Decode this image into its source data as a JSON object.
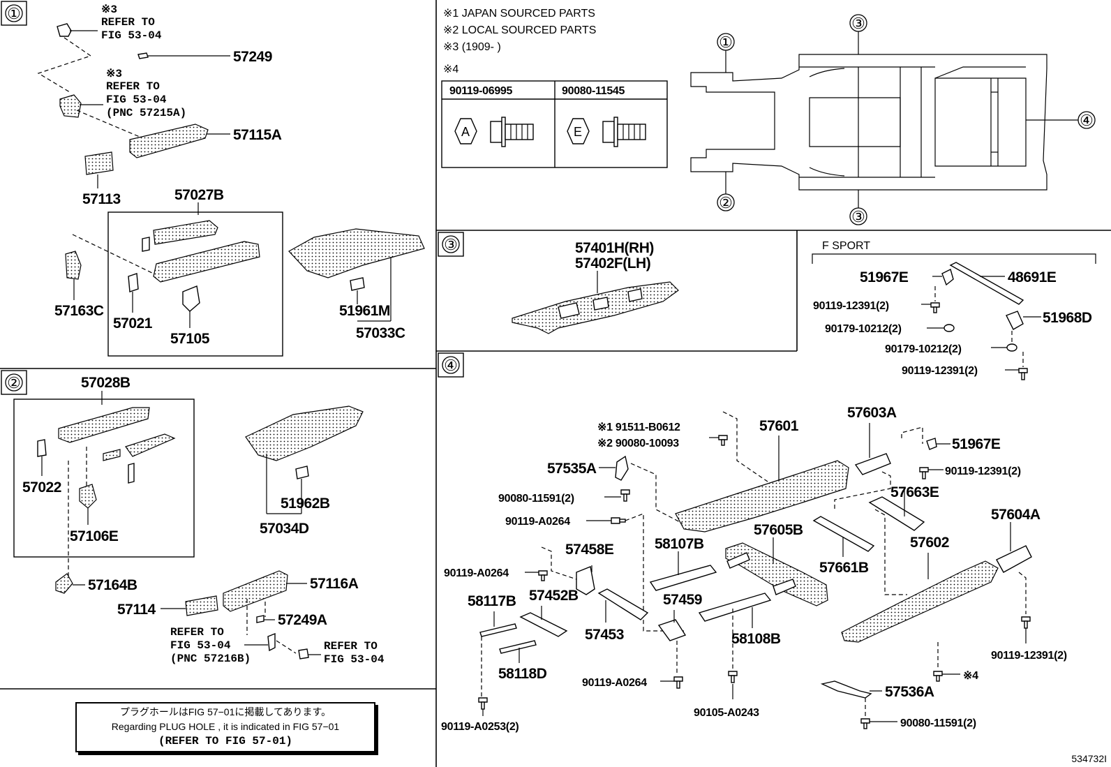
{
  "sections": {
    "s1": "①",
    "s2": "②",
    "s3": "③",
    "s4": "④"
  },
  "notes": {
    "n1": "※1 JAPAN SOURCED PARTS",
    "n2": "※2 LOCAL SOURCED PARTS",
    "n3": "※3 (1909-        )",
    "n4": "※4"
  },
  "bolt_table": {
    "col1": "90119-06995",
    "col2": "90080-11545",
    "mark1": "A",
    "mark2": "E"
  },
  "index_labels": {
    "i1": "①",
    "i2": "②",
    "i3a": "③",
    "i3b": "③",
    "i4": "④"
  },
  "p1": {
    "ref_a1": "※3",
    "ref_a2": "REFER TO",
    "ref_a3": "FIG 53-04",
    "ref_b1": "※3",
    "ref_b2": "REFER TO",
    "ref_b3": "FIG 53-04",
    "ref_b4": "(PNC 57215A)",
    "p57249": "57249",
    "p57115A": "57115A",
    "p57113": "57113",
    "p57027B": "57027B",
    "p57163C": "57163C",
    "p57021": "57021",
    "p57105": "57105",
    "p51961M": "51961M",
    "p57033C": "57033C"
  },
  "p2": {
    "p57028B": "57028B",
    "p57022": "57022",
    "p57106E": "57106E",
    "p51962B": "51962B",
    "p57034D": "57034D",
    "p57164B": "57164B",
    "p57116A": "57116A",
    "p57114": "57114",
    "p57249A": "57249A",
    "ref_c1": "REFER TO",
    "ref_c2": "FIG 53-04",
    "ref_c3": "(PNC 57216B)",
    "ref_d1": "REFER TO",
    "ref_d2": "FIG 53-04"
  },
  "p3": {
    "rh": "57401H(RH)",
    "lh": "57402F(LH)"
  },
  "fsport": {
    "title": "F SPORT",
    "p51967E": "51967E",
    "p48691E": "48691E",
    "b1": "90119-12391(2)",
    "w1": "90179-10212(2)",
    "p51968D": "51968D",
    "w2": "90179-10212(2)",
    "b2": "90119-12391(2)"
  },
  "p4": {
    "j1": "※1 91511-B0612",
    "j2": "※2 90080-10093",
    "p57601": "57601",
    "p57603A": "57603A",
    "p51967E": "51967E",
    "b12391a": "90119-12391(2)",
    "p57535A": "57535A",
    "b11591a": "90080-11591(2)",
    "bA0264a": "90119-A0264",
    "p57663E": "57663E",
    "p57604A": "57604A",
    "p57605B": "57605B",
    "p58107B": "58107B",
    "p57458E": "57458E",
    "bA0264b": "90119-A0264",
    "p57661B": "57661B",
    "p57602": "57602",
    "p58117B": "58117B",
    "p57452B": "57452B",
    "p57459": "57459",
    "p57453": "57453",
    "p58108B": "58108B",
    "p58118D": "58118D",
    "bA0264c": "90119-A0264",
    "b12391b": "90119-12391(2)",
    "m4": "※4",
    "p57536A": "57536A",
    "bA0243": "90105-A0243",
    "bA0253": "90119-A0253(2)",
    "b11591b": "90080-11591(2)"
  },
  "notice": {
    "line1": "プラグホールはFIG 57−01に掲載してあります。",
    "line2": "Regarding  PLUG  HOLE , it is indicated in FIG  57−01",
    "line3": "(REFER TO FIG 57-01)"
  },
  "figure_id": "534732I"
}
